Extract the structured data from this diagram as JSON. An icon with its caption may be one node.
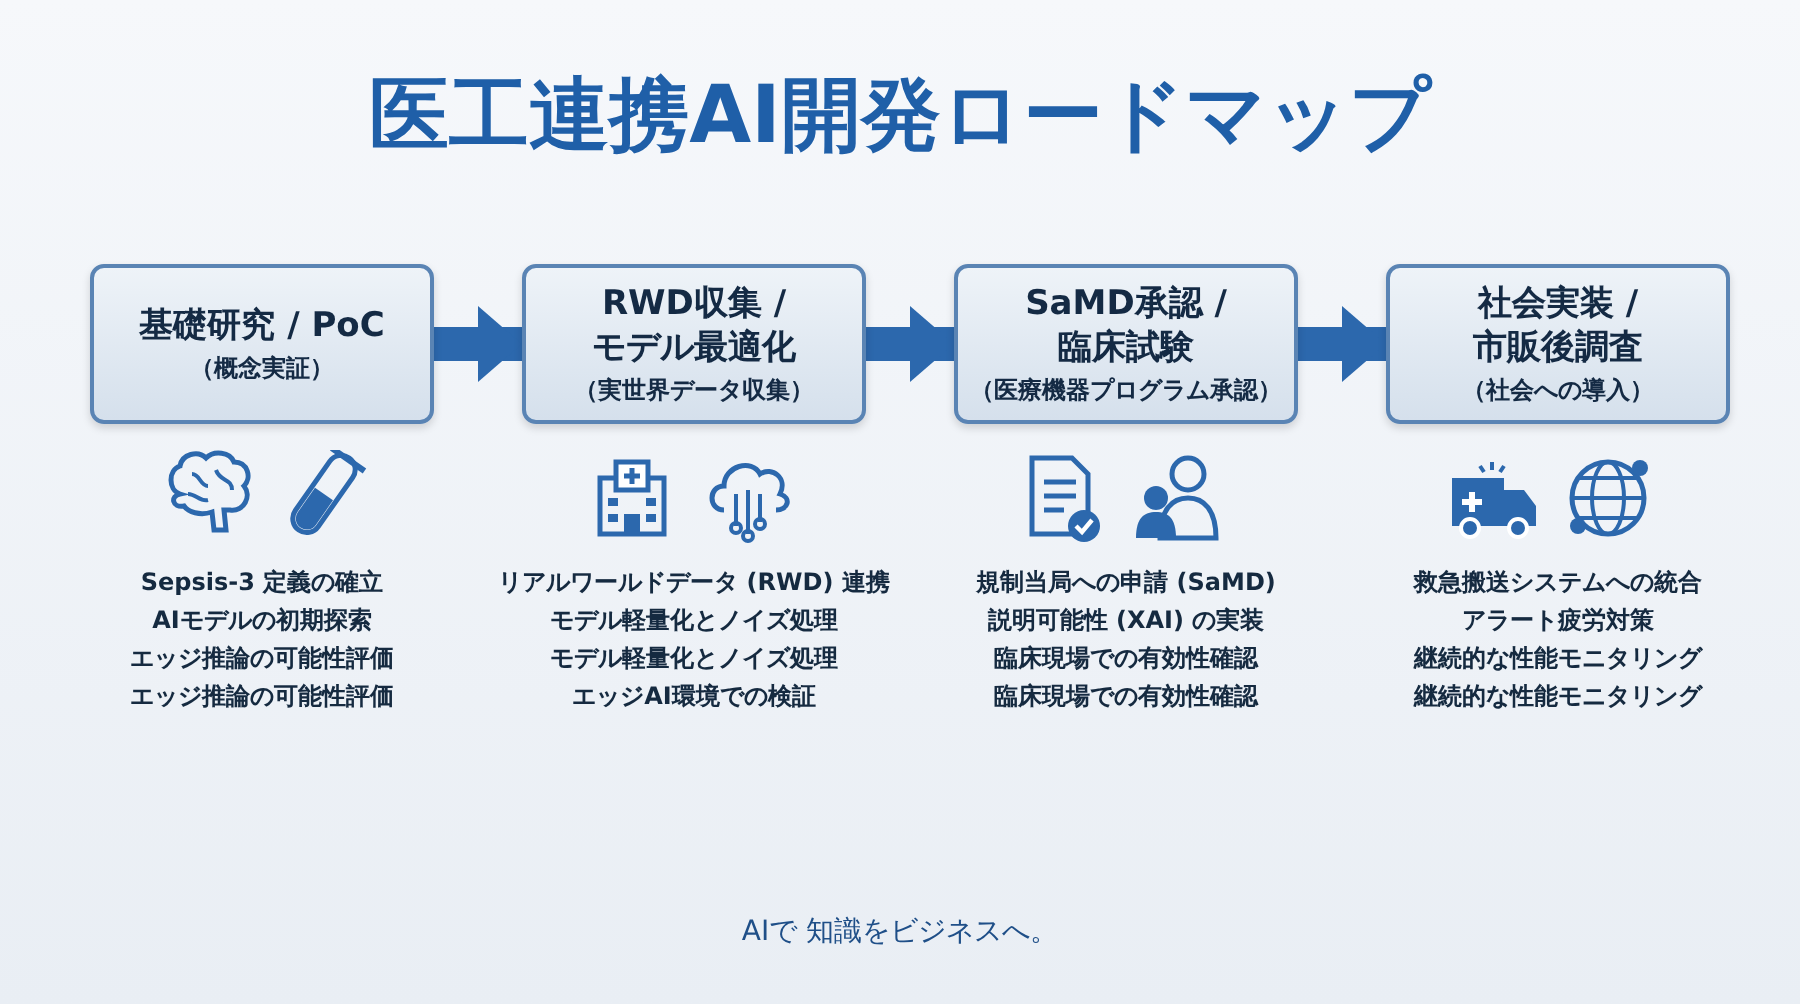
{
  "diagram": {
    "title": "医工連携AI開発ロードマップ",
    "nodes": [
      {
        "text": [
          "基礎研究 / PoC",
          "（概念実証）"
        ],
        "beside": [
          "Sepsis-3 定義の確立",
          "AIモデルの初期探索",
          "エッジ推論の可能性評価",
          "エッジ推論の可能性評価"
        ]
      },
      {
        "text": [
          "RWD収集 / モデル最適化",
          "（実世界データ収集）"
        ],
        "beside": [
          "リアルワールドデータ (RWD) 連携",
          "モデル軽量化とノイズ処理",
          "モデル軽量化とノイズ処理",
          "エッジAI環境での検証"
        ]
      },
      {
        "text": [
          "SaMD承認 / 臨床試験",
          "（医療機器プログラム承認）"
        ],
        "beside": [
          "規制当局への申請 (SaMD)",
          "説明可能性 (XAI) の実装",
          "臨床現場での有効性確認",
          "臨床現場での有効性確認"
        ]
      },
      {
        "text": [
          "社会実装 / 市販後調査",
          "（社会への導入）"
        ],
        "beside": [
          "救急搬送システムへの統合",
          "アラート疲労対策",
          "継続的な性能モニタリング",
          "継続的な性能モニタリング"
        ]
      }
    ],
    "edges": [
      {
        "from": 0,
        "to": 1,
        "arrow": "to"
      },
      {
        "from": 1,
        "to": 2,
        "arrow": "to"
      },
      {
        "from": 2,
        "to": 3,
        "arrow": "to"
      }
    ],
    "labels": [
      "AIで 知識をビジネスへ。"
    ]
  }
}
